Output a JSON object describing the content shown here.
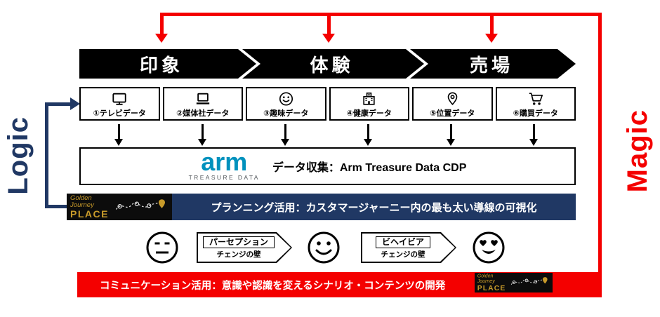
{
  "colors": {
    "navy": "#203864",
    "red": "#f40000",
    "black": "#000000",
    "gold": "#c79a2a",
    "arm_blue": "#0091bd"
  },
  "side_labels": {
    "logic": "Logic",
    "magic": "Magic"
  },
  "stages": [
    {
      "label": "印象"
    },
    {
      "label": "体験"
    },
    {
      "label": "売場"
    }
  ],
  "data_sources": [
    {
      "label": "①テレビデータ"
    },
    {
      "label": "②媒体社データ"
    },
    {
      "label": "③趣味データ"
    },
    {
      "label": "④健康データ"
    },
    {
      "label": "⑤位置データ"
    },
    {
      "label": "⑥購買データ"
    }
  ],
  "collection": {
    "logo_main": "arm",
    "logo_sub": "TREASURE DATA",
    "label": "データ収集：Arm Treasure Data CDP"
  },
  "planning": {
    "text": "プランニング活用：カスタマージャーニー内の最も太い導線の可視化"
  },
  "badge": {
    "word1": "Golden",
    "word2": "Journey",
    "word3": "PLACE"
  },
  "walls": [
    {
      "title": "パーセプション",
      "subtitle": "チェンジの壁"
    },
    {
      "title": "ビヘイビア",
      "subtitle": "チェンジの壁"
    }
  ],
  "communication": {
    "text": "コミュニケーション活用：意識や認識を変えるシナリオ・コンテンツの開発"
  }
}
